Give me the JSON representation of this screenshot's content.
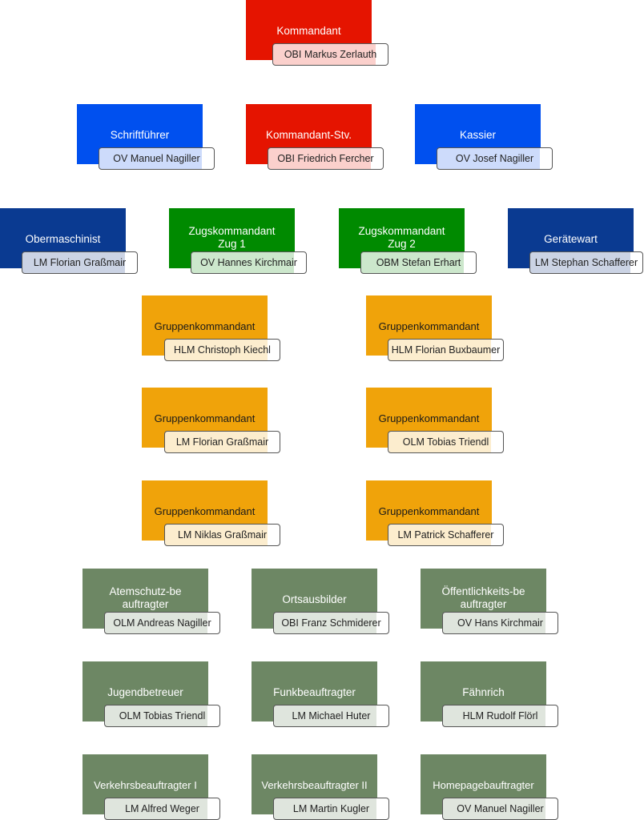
{
  "colors": {
    "command": "#e51400",
    "admin": "#0050ef",
    "technical": "#0a3a91",
    "platoon": "#008a00",
    "group": "#f0a30a",
    "special": "#6d8764"
  },
  "roles": [
    {
      "title": "Kommandant",
      "name": "OBI Markus Zerlauth"
    },
    {
      "title": "Schriftführer",
      "name": "OV Manuel Nagiller"
    },
    {
      "title": "Kommandant-Stv.",
      "name": "OBI Friedrich Fercher"
    },
    {
      "title": "Kassier",
      "name": "OV Josef Nagiller"
    },
    {
      "title": "Obermaschinist",
      "name": "LM Florian Graßmair"
    },
    {
      "title": "Zugskommandant Zug 1",
      "name": "OV Hannes Kirchmair"
    },
    {
      "title": "Zugskommandant Zug 2",
      "name": "OBM Stefan Erhart"
    },
    {
      "title": "Gerätewart",
      "name": "LM Stephan Schafferer"
    },
    {
      "title": "Gruppenkommandant",
      "name": "HLM Christoph Kiechl"
    },
    {
      "title": "Gruppenkommandant",
      "name": "HLM Florian Buxbaumer"
    },
    {
      "title": "Gruppenkommandant",
      "name": "LM Florian Graßmair"
    },
    {
      "title": "Gruppenkommandant",
      "name": "OLM Tobias Triendl"
    },
    {
      "title": "Gruppenkommandant",
      "name": "LM Niklas Graßmair"
    },
    {
      "title": "Gruppenkommandant",
      "name": "LM Patrick Schafferer"
    },
    {
      "title": "Atemschutz-beauftragter",
      "name": "OLM Andreas Nagiller"
    },
    {
      "title": "Ortsausbilder",
      "name": "OBI Franz Schmiderer"
    },
    {
      "title": "Öffentlichkeits-beauftragter",
      "name": "OV Hans Kirchmair"
    },
    {
      "title": "Jugendbetreuer",
      "name": "OLM Tobias Triendl"
    },
    {
      "title": "Funkbeauftragter",
      "name": "LM Michael Huter"
    },
    {
      "title": "Fähnrich",
      "name": "HLM Rudolf Flörl"
    },
    {
      "title": "Verkehrsbeauftragter I",
      "name": "LM Alfred Weger"
    },
    {
      "title": "Verkehrsbeauftragter II",
      "name": "LM Martin Kugler"
    },
    {
      "title": "Homepagebauftragter",
      "name": "OV Manuel Nagiller"
    }
  ]
}
